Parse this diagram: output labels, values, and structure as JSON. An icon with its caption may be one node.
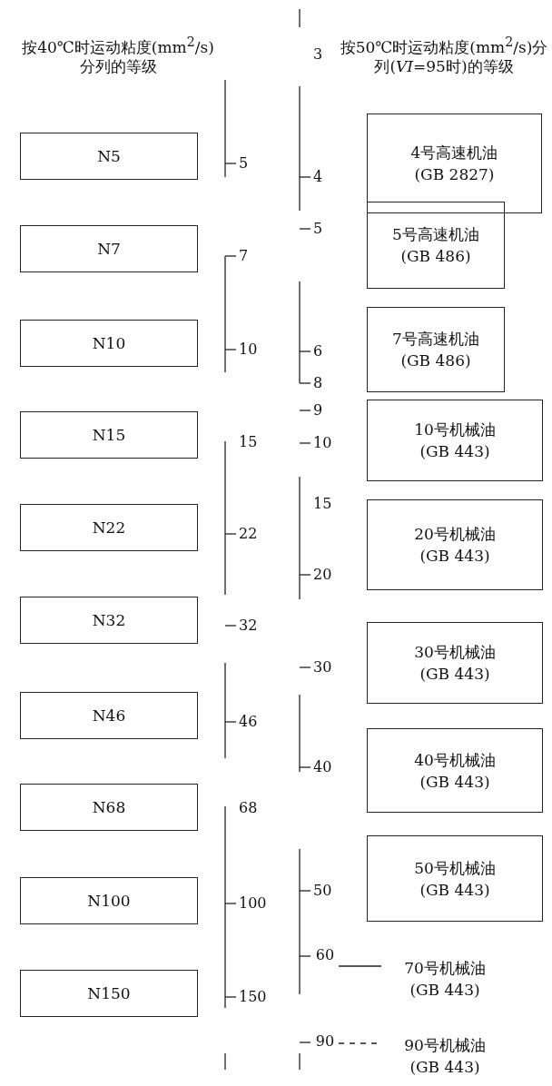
{
  "diagram": {
    "nodes": [
      {
        "text": [
          "N5"
        ]
      },
      {
        "text": [
          "N7"
        ]
      },
      {
        "text": [
          "N10"
        ]
      },
      {
        "text": [
          "N15"
        ]
      },
      {
        "text": [
          "N22"
        ]
      },
      {
        "text": [
          "N32"
        ]
      },
      {
        "text": [
          "N46"
        ]
      },
      {
        "text": [
          "N68"
        ]
      },
      {
        "text": [
          "N100"
        ]
      },
      {
        "text": [
          "N150"
        ]
      },
      {
        "text": [
          "4号高速机油",
          "(GB 2827)"
        ]
      },
      {
        "text": [
          "5号高速机油",
          "(GB 486)"
        ]
      },
      {
        "text": [
          "7号高速机油",
          "(GB 486)"
        ]
      },
      {
        "text": [
          "10号机械油",
          "(GB 443)"
        ]
      },
      {
        "text": [
          "20号机械油",
          "(GB 443)"
        ]
      },
      {
        "text": [
          "30号机械油",
          "(GB 443)"
        ]
      },
      {
        "text": [
          "40号机械油",
          "(GB 443)"
        ]
      },
      {
        "text": [
          "50号机械油",
          "(GB 443)"
        ]
      },
      {
        "text": [
          "70号机械油",
          "(GB 443)"
        ]
      },
      {
        "text": [
          "90号机械油",
          "(GB 443)"
        ]
      },
      {
        "text": [
          "60"
        ]
      },
      {
        "text": [
          "90"
        ]
      }
    ],
    "edges": [
      {
        "from": 20,
        "to": 18,
        "arrow": "none"
      },
      {
        "from": 21,
        "to": 19,
        "arrow": "none",
        "style": "dashed"
      }
    ],
    "labels": [
      "按40℃时运动粘度(mm$^{2}$/s)分列的等级",
      "按50℃时运动粘度(mm$^{2}$/s)分列(*VI*=95时)的等级",
      "5",
      "7",
      "10",
      "15",
      "22",
      "32",
      "46",
      "68",
      "100",
      "150",
      "3",
      "4",
      "5",
      "6",
      "8",
      "9",
      "10",
      "15",
      "20",
      "30",
      "40",
      "50"
    ]
  }
}
